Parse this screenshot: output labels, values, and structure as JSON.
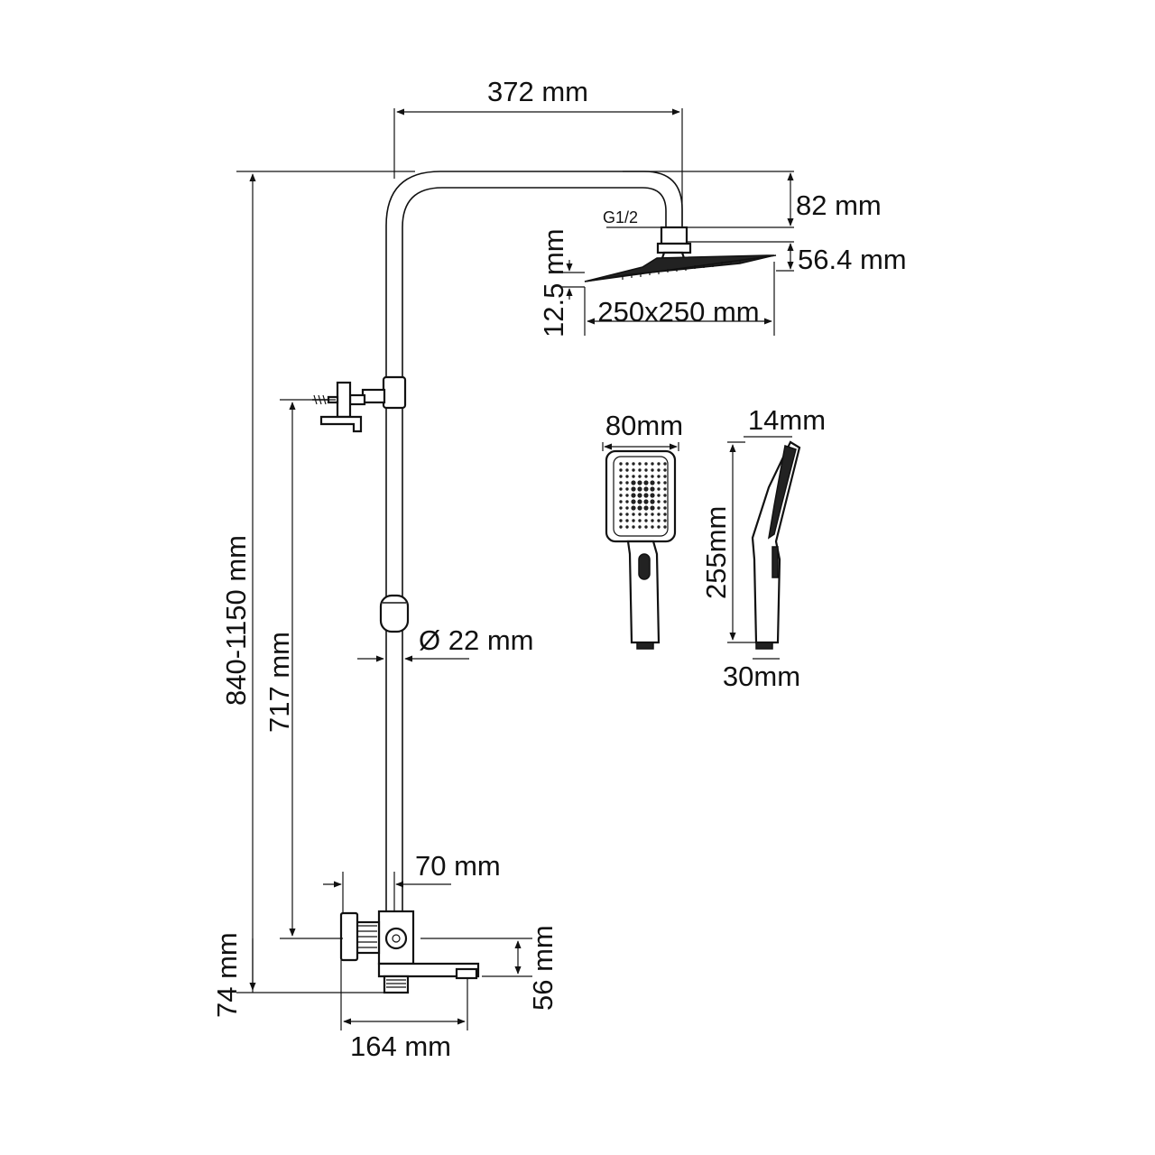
{
  "labels": {
    "arm_length": "372 mm",
    "head_drop": "82 mm",
    "connector": "G1/2",
    "head_height": "56.4 mm",
    "head_thickness": "12.5 mm",
    "head_size": "250x250 mm",
    "rail_height": "840-1150 mm",
    "mixer_to_holder": "717 mm",
    "pipe_diameter": "Ø 22 mm",
    "mixer_offset": "70 mm",
    "mixer_height": "74 mm",
    "spout_height": "56 mm",
    "spout_reach": "164 mm",
    "hand_width": "80mm",
    "hand_depth": "14mm",
    "hand_length": "255mm",
    "hand_base": "30mm"
  },
  "colors": {
    "line": "#111111",
    "background": "#ffffff"
  }
}
